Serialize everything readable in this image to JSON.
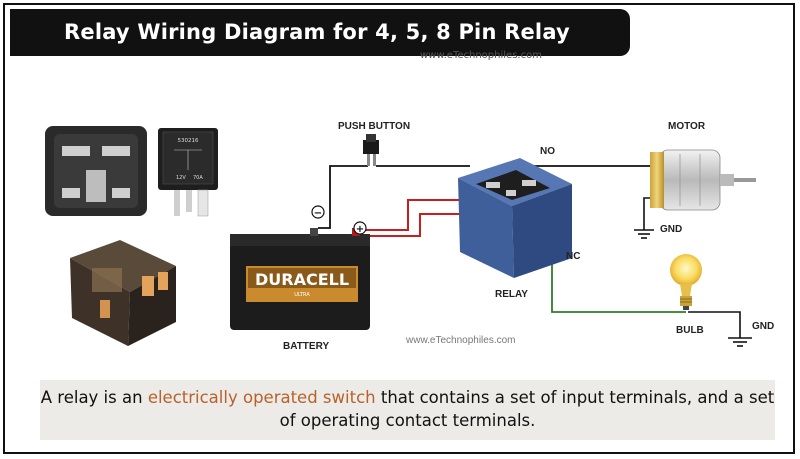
{
  "title": "Relay Wiring Diagram for 4, 5, 8 Pin Relay",
  "site_top": "www.eTechnophiles.com",
  "site_mid": "www.eTechnophiles.com",
  "labels": {
    "push_button": "PUSH BUTTON",
    "motor": "MOTOR",
    "no": "NO",
    "nc": "NC",
    "gnd_motor": "GND",
    "gnd_bulb": "GND",
    "relay": "RELAY",
    "battery": "BATTERY",
    "bulb": "BULB",
    "minus": "−",
    "plus": "+"
  },
  "battery_brand": "DURACELL",
  "battery_sub": "ULTRA",
  "relay_small": {
    "code": "530216",
    "volt": "12V",
    "amp": "70A"
  },
  "caption": {
    "pre": "A relay is an ",
    "highlight": "electrically operated switch",
    "post": " that contains a set of input terminals, and a set of operating contact terminals."
  },
  "colors": {
    "highlight": "#b8622a",
    "wire_black": "#111111",
    "wire_red": "#c81e1e",
    "wire_green": "#2f7d2a",
    "relay_blue": "#3e5f9a"
  }
}
